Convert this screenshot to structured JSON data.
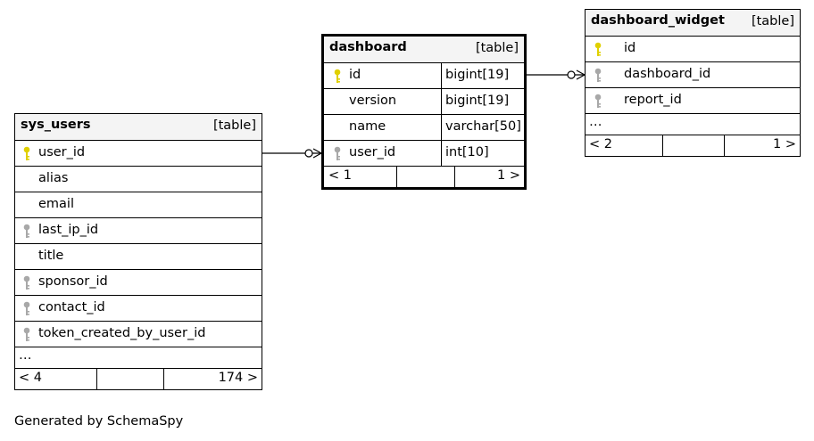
{
  "footer": {
    "generated_by": "Generated by SchemaSpy"
  },
  "colors": {
    "primary_key": "#e0d000",
    "foreign_key": "#a8a8a8",
    "header_bg": "#f4f4f4"
  },
  "tables": {
    "sys_users": {
      "name": "sys_users",
      "kind": "[table]",
      "columns": [
        {
          "name": "user_id",
          "key": "primary"
        },
        {
          "name": "alias",
          "key": ""
        },
        {
          "name": "email",
          "key": ""
        },
        {
          "name": "last_ip_id",
          "key": "foreign"
        },
        {
          "name": "title",
          "key": ""
        },
        {
          "name": "sponsor_id",
          "key": "foreign"
        },
        {
          "name": "contact_id",
          "key": "foreign"
        },
        {
          "name": "token_created_by_user_id",
          "key": "foreign"
        }
      ],
      "ellipsis": "…",
      "nav_left": "< 4",
      "nav_right": "174 >"
    },
    "dashboard": {
      "name": "dashboard",
      "kind": "[table]",
      "columns": [
        {
          "name": "id",
          "type": "bigint[19]",
          "key": "primary"
        },
        {
          "name": "version",
          "type": "bigint[19]",
          "key": ""
        },
        {
          "name": "name",
          "type": "varchar[50]",
          "key": ""
        },
        {
          "name": "user_id",
          "type": "int[10]",
          "key": "foreign"
        }
      ],
      "nav_left": "< 1",
      "nav_right": "1 >"
    },
    "dashboard_widget": {
      "name": "dashboard_widget",
      "kind": "[table]",
      "columns": [
        {
          "name": "id",
          "key": "primary"
        },
        {
          "name": "dashboard_id",
          "key": "foreign"
        },
        {
          "name": "report_id",
          "key": "foreign"
        }
      ],
      "ellipsis": "…",
      "nav_left": "< 2",
      "nav_right": "1 >"
    }
  }
}
